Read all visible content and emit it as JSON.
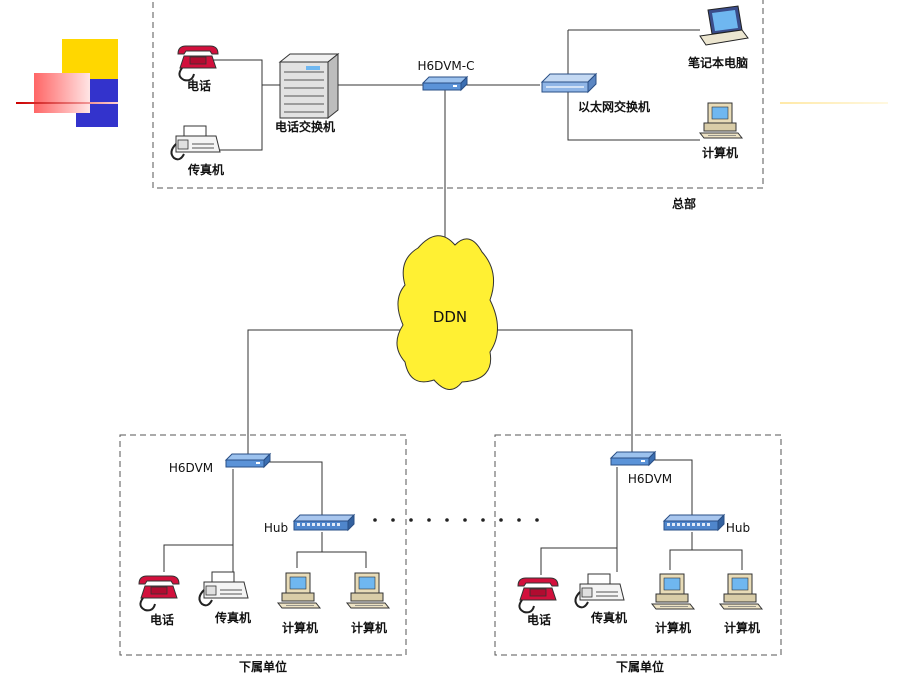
{
  "hq": {
    "region_label": "总部",
    "phone_label": "电话",
    "fax_label": "传真机",
    "pbx_label": "电话交换机",
    "device_label": "H6DVM-C",
    "switch_label": "以太网交换机",
    "laptop_label": "笔记本电脑",
    "computer_label": "计算机"
  },
  "network": {
    "cloud_label": "DDN"
  },
  "branch_left": {
    "region_label": "下属单位",
    "device_label": "H6DVM",
    "hub_label": "Hub",
    "phone_label": "电话",
    "fax_label": "传真机",
    "computer1_label": "计算机",
    "computer2_label": "计算机"
  },
  "branch_right": {
    "region_label": "下属单位",
    "device_label": "H6DVM",
    "hub_label": "Hub",
    "phone_label": "电话",
    "fax_label": "传真机",
    "computer1_label": "计算机",
    "computer2_label": "计算机"
  },
  "colors": {
    "phone": "#d2103c",
    "cloud": "#fff033",
    "device": "#5b93d8",
    "screen": "#6fb7f0",
    "deco_yellow": "#ffd700",
    "deco_blue": "#3333cc",
    "deco_red": "#ff3333"
  }
}
